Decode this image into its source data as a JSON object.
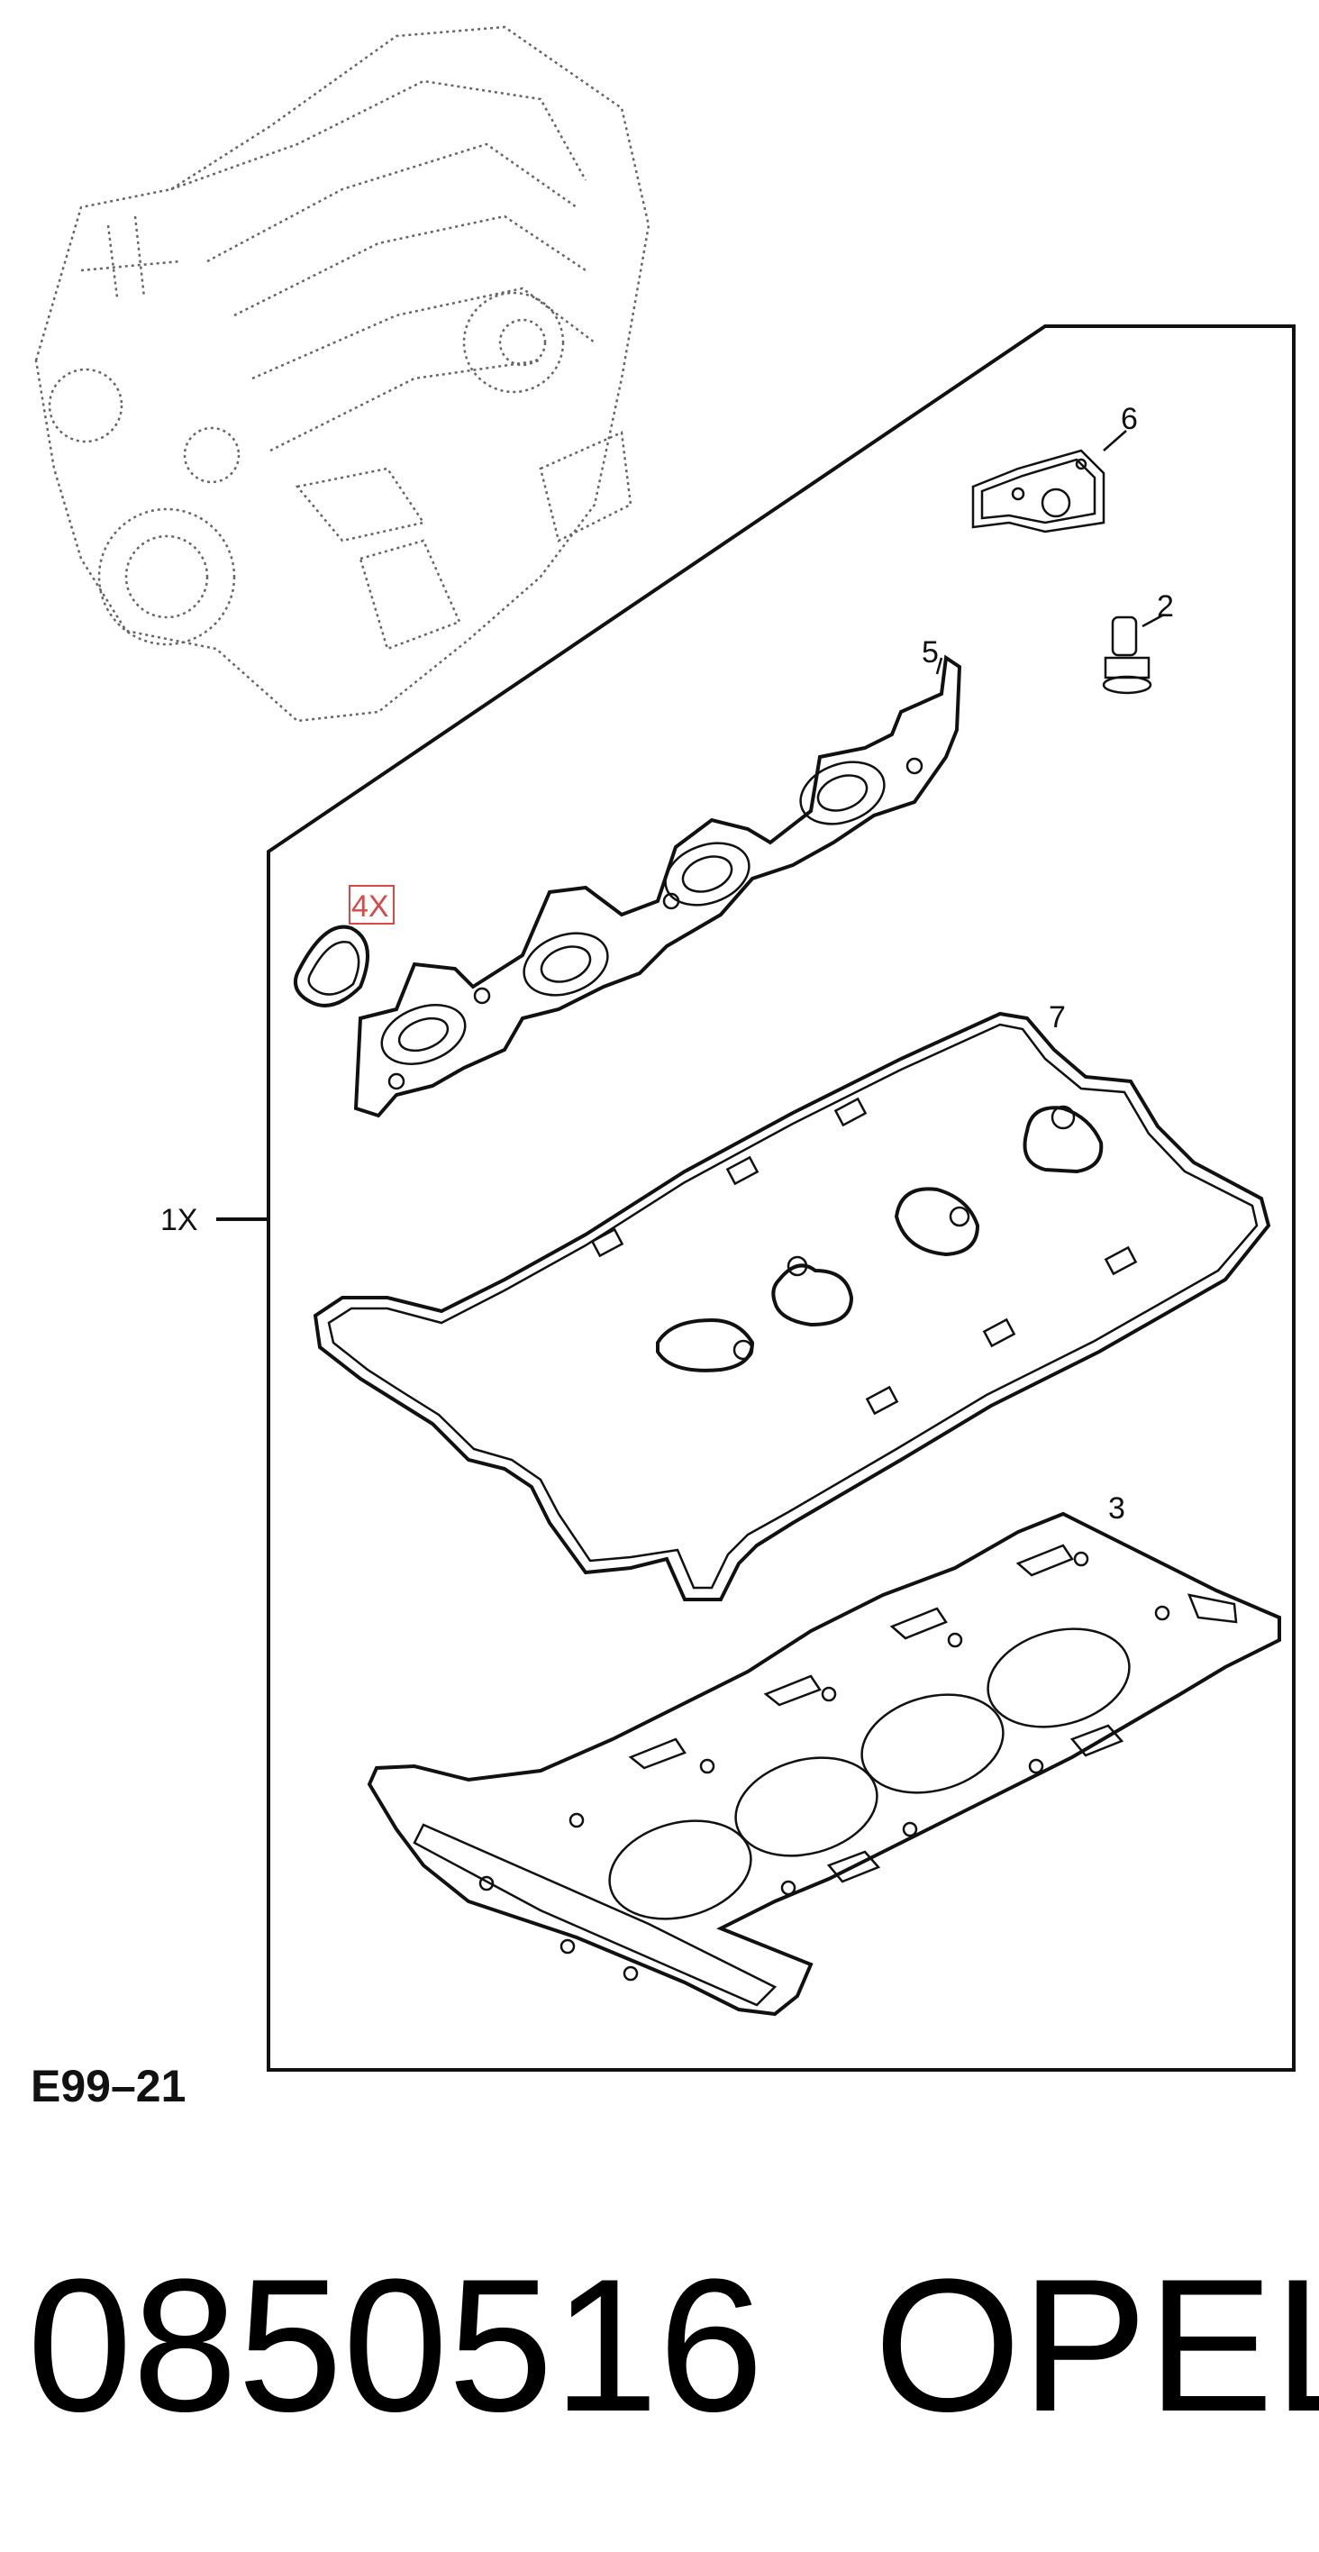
{
  "diagram": {
    "callouts": {
      "item_1": "1X",
      "item_2": "2",
      "item_3": "3",
      "item_5": "5",
      "item_6": "6",
      "item_7": "7",
      "quantity": "4X"
    },
    "figure_code": "E99–21"
  },
  "footer": {
    "part_number": "0850516",
    "brand": "OPEL"
  },
  "colors": {
    "line": "#111111",
    "highlight": "#d94848",
    "engine_dots": "#666666"
  },
  "icons": [
    "engine-illustration",
    "gasket-set-frame"
  ]
}
